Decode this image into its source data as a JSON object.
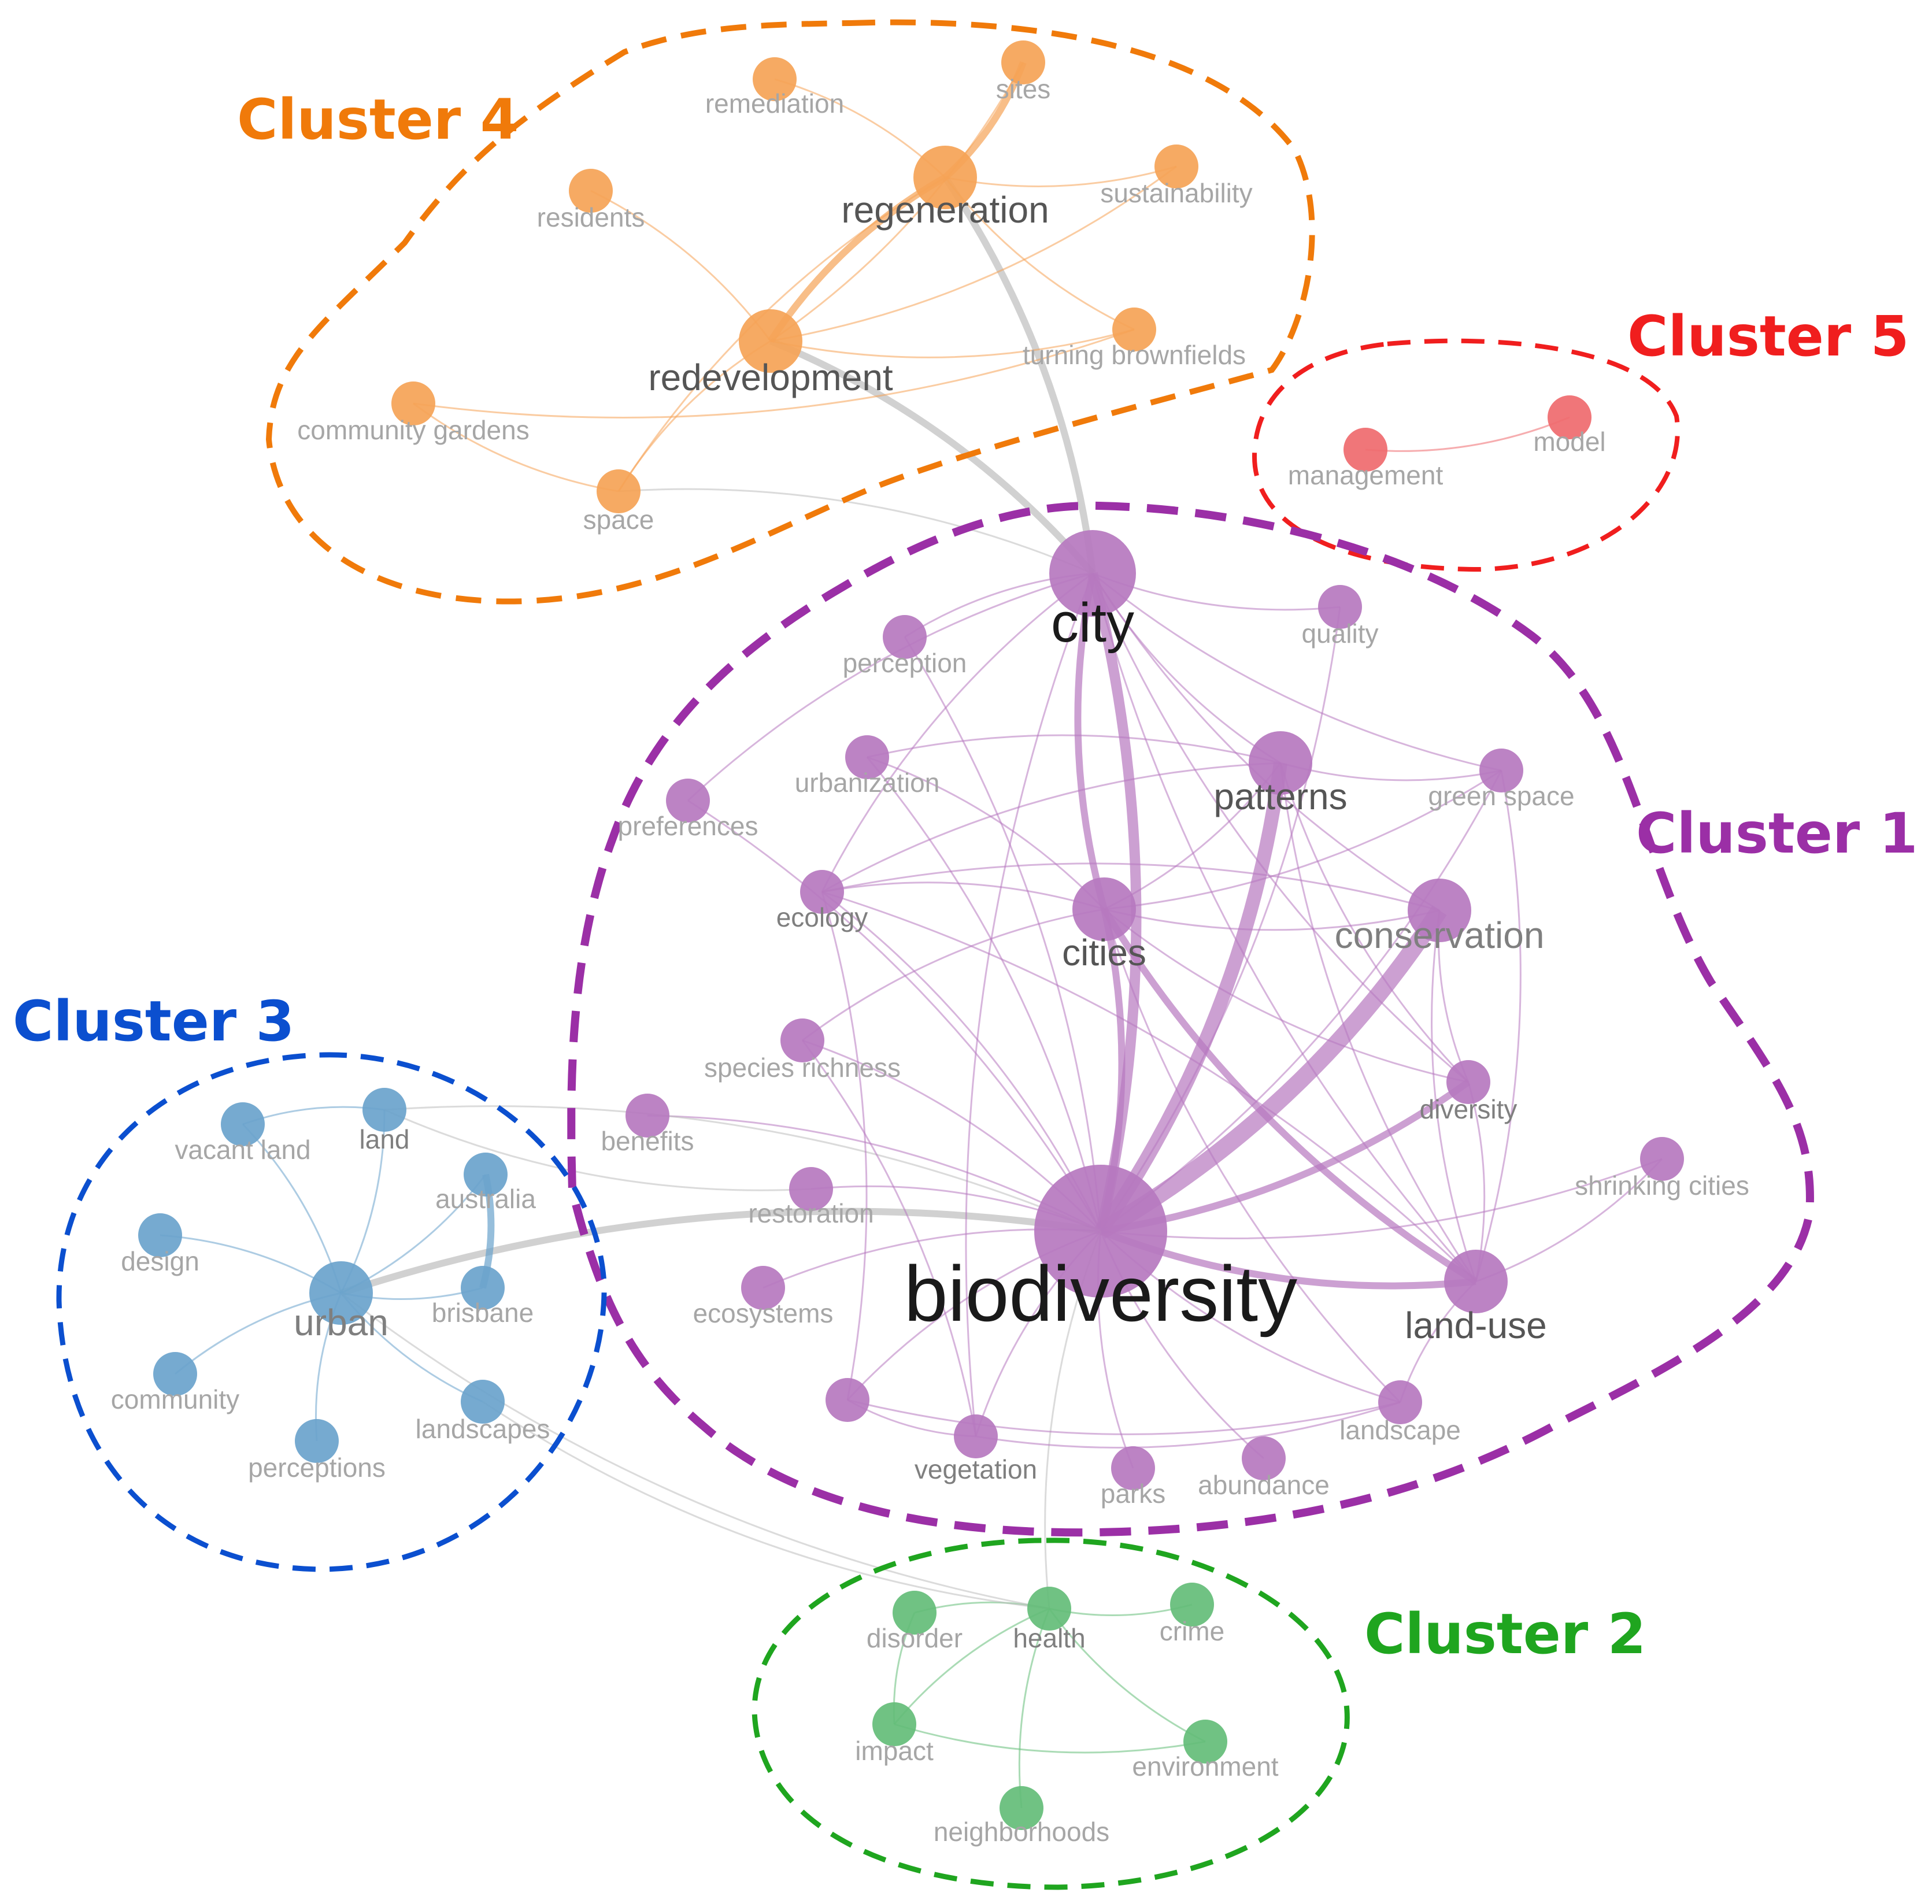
{
  "clusters": [
    {
      "id": 1,
      "title": "Cluster 1",
      "color": "#9b2fa6",
      "node_color": "#b678bf"
    },
    {
      "id": 2,
      "title": "Cluster 2",
      "color": "#1fa51f",
      "node_color": "#64bd78"
    },
    {
      "id": 3,
      "title": "Cluster 3",
      "color": "#0b4fcf",
      "node_color": "#6aa3cc"
    },
    {
      "id": 4,
      "title": "Cluster 4",
      "color": "#f07a0a",
      "node_color": "#f5a356"
    },
    {
      "id": 5,
      "title": "Cluster 5",
      "color": "#f01e1e",
      "node_color": "#ef6a6e"
    }
  ],
  "nodes": [
    {
      "id": "remediation",
      "label": "remediation",
      "cluster": 4,
      "weight": 1,
      "label_tone": "light"
    },
    {
      "id": "sites",
      "label": "sites",
      "cluster": 4,
      "weight": 1,
      "label_tone": "light"
    },
    {
      "id": "regeneration",
      "label": "regeneration",
      "cluster": 4,
      "weight": 2,
      "label_tone": "dark"
    },
    {
      "id": "sustainability",
      "label": "sustainability",
      "cluster": 4,
      "weight": 1,
      "label_tone": "light"
    },
    {
      "id": "residents",
      "label": "residents",
      "cluster": 4,
      "weight": 1,
      "label_tone": "light"
    },
    {
      "id": "redevelopment",
      "label": "redevelopment",
      "cluster": 4,
      "weight": 2,
      "label_tone": "dark"
    },
    {
      "id": "turning-brownfields",
      "label": "turning brownfields",
      "cluster": 4,
      "weight": 1,
      "label_tone": "light"
    },
    {
      "id": "community-gardens",
      "label": "community gardens",
      "cluster": 4,
      "weight": 1,
      "label_tone": "light"
    },
    {
      "id": "space",
      "label": "space",
      "cluster": 4,
      "weight": 1,
      "label_tone": "light"
    },
    {
      "id": "management",
      "label": "management",
      "cluster": 5,
      "weight": 1,
      "label_tone": "light"
    },
    {
      "id": "model",
      "label": "model",
      "cluster": 5,
      "weight": 1,
      "label_tone": "light"
    },
    {
      "id": "city",
      "label": "city",
      "cluster": 1,
      "weight": 3,
      "label_tone": "black"
    },
    {
      "id": "quality",
      "label": "quality",
      "cluster": 1,
      "weight": 1,
      "label_tone": "light"
    },
    {
      "id": "perception",
      "label": "perception",
      "cluster": 1,
      "weight": 1,
      "label_tone": "light"
    },
    {
      "id": "urbanization",
      "label": "urbanization",
      "cluster": 1,
      "weight": 1,
      "label_tone": "light"
    },
    {
      "id": "patterns",
      "label": "patterns",
      "cluster": 1,
      "weight": 2,
      "label_tone": "dark"
    },
    {
      "id": "green-space",
      "label": "green space",
      "cluster": 1,
      "weight": 1,
      "label_tone": "light"
    },
    {
      "id": "preferences",
      "label": "preferences",
      "cluster": 1,
      "weight": 1,
      "label_tone": "light"
    },
    {
      "id": "ecology",
      "label": "ecology",
      "cluster": 1,
      "weight": 1,
      "label_tone": "medium"
    },
    {
      "id": "cities",
      "label": "cities",
      "cluster": 1,
      "weight": 2,
      "label_tone": "dark"
    },
    {
      "id": "conservation",
      "label": "conservation",
      "cluster": 1,
      "weight": 2,
      "label_tone": "medium"
    },
    {
      "id": "species-richness",
      "label": "species richness",
      "cluster": 1,
      "weight": 1,
      "label_tone": "light"
    },
    {
      "id": "diversity",
      "label": "diversity",
      "cluster": 1,
      "weight": 1,
      "label_tone": "medium"
    },
    {
      "id": "benefits",
      "label": "benefits",
      "cluster": 1,
      "weight": 1,
      "label_tone": "light"
    },
    {
      "id": "shrinking-cities",
      "label": "shrinking cities",
      "cluster": 1,
      "weight": 1,
      "label_tone": "light"
    },
    {
      "id": "restoration",
      "label": "restoration",
      "cluster": 1,
      "weight": 1,
      "label_tone": "light"
    },
    {
      "id": "biodiversity",
      "label": "biodiversity",
      "cluster": 1,
      "weight": 4,
      "label_tone": "black"
    },
    {
      "id": "ecosystems",
      "label": "ecosystems",
      "cluster": 1,
      "weight": 1,
      "label_tone": "light"
    },
    {
      "id": "land-use",
      "label": "land-use",
      "cluster": 1,
      "weight": 2,
      "label_tone": "dark"
    },
    {
      "id": "unlabeled-1",
      "label": "",
      "cluster": 1,
      "weight": 1,
      "label_tone": "light"
    },
    {
      "id": "vegetation",
      "label": "vegetation",
      "cluster": 1,
      "weight": 1,
      "label_tone": "medium"
    },
    {
      "id": "parks",
      "label": "parks",
      "cluster": 1,
      "weight": 1,
      "label_tone": "light"
    },
    {
      "id": "abundance",
      "label": "abundance",
      "cluster": 1,
      "weight": 1,
      "label_tone": "light"
    },
    {
      "id": "landscape",
      "label": "landscape",
      "cluster": 1,
      "weight": 1,
      "label_tone": "light"
    },
    {
      "id": "vacant-land",
      "label": "vacant land",
      "cluster": 3,
      "weight": 1,
      "label_tone": "light"
    },
    {
      "id": "land",
      "label": "land",
      "cluster": 3,
      "weight": 1,
      "label_tone": "medium"
    },
    {
      "id": "australia",
      "label": "australia",
      "cluster": 3,
      "weight": 1,
      "label_tone": "light"
    },
    {
      "id": "design",
      "label": "design",
      "cluster": 3,
      "weight": 1,
      "label_tone": "light"
    },
    {
      "id": "urban",
      "label": "urban",
      "cluster": 3,
      "weight": 2,
      "label_tone": "medium"
    },
    {
      "id": "brisbane",
      "label": "brisbane",
      "cluster": 3,
      "weight": 1,
      "label_tone": "light"
    },
    {
      "id": "community",
      "label": "community",
      "cluster": 3,
      "weight": 1,
      "label_tone": "light"
    },
    {
      "id": "landscapes",
      "label": "landscapes",
      "cluster": 3,
      "weight": 1,
      "label_tone": "light"
    },
    {
      "id": "perceptions",
      "label": "perceptions",
      "cluster": 3,
      "weight": 1,
      "label_tone": "light"
    },
    {
      "id": "disorder",
      "label": "disorder",
      "cluster": 2,
      "weight": 1,
      "label_tone": "light"
    },
    {
      "id": "health",
      "label": "health",
      "cluster": 2,
      "weight": 1,
      "label_tone": "medium"
    },
    {
      "id": "crime",
      "label": "crime",
      "cluster": 2,
      "weight": 1,
      "label_tone": "light"
    },
    {
      "id": "impact",
      "label": "impact",
      "cluster": 2,
      "weight": 1,
      "label_tone": "light"
    },
    {
      "id": "environment",
      "label": "environment",
      "cluster": 2,
      "weight": 1,
      "label_tone": "light"
    },
    {
      "id": "neighborhoods",
      "label": "neighborhoods",
      "cluster": 2,
      "weight": 1,
      "label_tone": "light"
    }
  ],
  "links": [
    [
      "biodiversity",
      "conservation",
      5
    ],
    [
      "biodiversity",
      "patterns",
      4
    ],
    [
      "biodiversity",
      "city",
      3
    ],
    [
      "biodiversity",
      "cities",
      2
    ],
    [
      "biodiversity",
      "land-use",
      2
    ],
    [
      "biodiversity",
      "diversity",
      2
    ],
    [
      "biodiversity",
      "urban",
      2
    ],
    [
      "biodiversity",
      "vegetation",
      1
    ],
    [
      "biodiversity",
      "unlabeled-1",
      1
    ],
    [
      "biodiversity",
      "ecosystems",
      1
    ],
    [
      "biodiversity",
      "restoration",
      1
    ],
    [
      "biodiversity",
      "benefits",
      1
    ],
    [
      "biodiversity",
      "species-richness",
      1
    ],
    [
      "biodiversity",
      "ecology",
      1
    ],
    [
      "biodiversity",
      "urbanization",
      1
    ],
    [
      "biodiversity",
      "perception",
      1
    ],
    [
      "biodiversity",
      "quality",
      1
    ],
    [
      "biodiversity",
      "green-space",
      1
    ],
    [
      "biodiversity",
      "shrinking-cities",
      1
    ],
    [
      "biodiversity",
      "landscape",
      1
    ],
    [
      "biodiversity",
      "abundance",
      1
    ],
    [
      "biodiversity",
      "parks",
      1
    ],
    [
      "biodiversity",
      "preferences",
      1
    ],
    [
      "biodiversity",
      "land",
      1
    ],
    [
      "biodiversity",
      "health",
      1
    ],
    [
      "city",
      "cities",
      2
    ],
    [
      "city",
      "patterns",
      1
    ],
    [
      "city",
      "land-use",
      1
    ],
    [
      "city",
      "diversity",
      1
    ],
    [
      "city",
      "ecology",
      1
    ],
    [
      "city",
      "perception",
      1
    ],
    [
      "city",
      "quality",
      1
    ],
    [
      "city",
      "redevelopment",
      2
    ],
    [
      "city",
      "regeneration",
      2
    ],
    [
      "city",
      "space",
      1
    ],
    [
      "city",
      "green-space",
      1
    ],
    [
      "city",
      "conservation",
      1
    ],
    [
      "city",
      "vegetation",
      1
    ],
    [
      "city",
      "preferences",
      1
    ],
    [
      "cities",
      "conservation",
      1
    ],
    [
      "cities",
      "ecology",
      1
    ],
    [
      "cities",
      "land-use",
      2
    ],
    [
      "cities",
      "diversity",
      1
    ],
    [
      "cities",
      "urbanization",
      1
    ],
    [
      "cities",
      "patterns",
      1
    ],
    [
      "cities",
      "species-richness",
      1
    ],
    [
      "cities",
      "green-space",
      1
    ],
    [
      "cities",
      "landscape",
      1
    ],
    [
      "patterns",
      "land-use",
      1
    ],
    [
      "patterns",
      "diversity",
      1
    ],
    [
      "patterns",
      "urbanization",
      1
    ],
    [
      "patterns",
      "green-space",
      1
    ],
    [
      "patterns",
      "ecology",
      1
    ],
    [
      "conservation",
      "land-use",
      1
    ],
    [
      "conservation",
      "diversity",
      1
    ],
    [
      "conservation",
      "ecology",
      1
    ],
    [
      "land-use",
      "diversity",
      1
    ],
    [
      "land-use",
      "shrinking-cities",
      1
    ],
    [
      "land-use",
      "landscape",
      1
    ],
    [
      "land-use",
      "ecology",
      1
    ],
    [
      "land-use",
      "green-space",
      1
    ],
    [
      "unlabeled-1",
      "vegetation",
      1
    ],
    [
      "unlabeled-1",
      "landscape",
      1
    ],
    [
      "unlabeled-1",
      "ecology",
      1
    ],
    [
      "vegetation",
      "landscape",
      1
    ],
    [
      "vegetation",
      "species-richness",
      1
    ],
    [
      "regeneration",
      "redevelopment",
      2
    ],
    [
      "regeneration",
      "sites",
      2
    ],
    [
      "regeneration",
      "sustainability",
      1
    ],
    [
      "regeneration",
      "turning-brownfields",
      1
    ],
    [
      "regeneration",
      "remediation",
      1
    ],
    [
      "regeneration",
      "space",
      1
    ],
    [
      "redevelopment",
      "space",
      1
    ],
    [
      "redevelopment",
      "sites",
      1
    ],
    [
      "redevelopment",
      "sustainability",
      1
    ],
    [
      "redevelopment",
      "turning-brownfields",
      1
    ],
    [
      "redevelopment",
      "residents",
      1
    ],
    [
      "community-gardens",
      "space",
      1
    ],
    [
      "community-gardens",
      "turning-brownfields",
      1
    ],
    [
      "management",
      "model",
      1
    ],
    [
      "urban",
      "land",
      1
    ],
    [
      "urban",
      "brisbane",
      1
    ],
    [
      "urban",
      "australia",
      1
    ],
    [
      "urban",
      "design",
      1
    ],
    [
      "urban",
      "community",
      1
    ],
    [
      "urban",
      "landscapes",
      1
    ],
    [
      "urban",
      "perceptions",
      1
    ],
    [
      "urban",
      "vacant-land",
      1
    ],
    [
      "brisbane",
      "australia",
      2
    ],
    [
      "land",
      "vacant-land",
      1
    ],
    [
      "land",
      "restoration",
      1
    ],
    [
      "health",
      "disorder",
      1
    ],
    [
      "health",
      "crime",
      1
    ],
    [
      "health",
      "impact",
      1
    ],
    [
      "health",
      "environment",
      1
    ],
    [
      "disorder",
      "impact",
      1
    ],
    [
      "impact",
      "environment",
      1
    ],
    [
      "health",
      "neighborhoods",
      1
    ],
    [
      "landscapes",
      "health",
      1
    ],
    [
      "urban",
      "health",
      1
    ]
  ]
}
